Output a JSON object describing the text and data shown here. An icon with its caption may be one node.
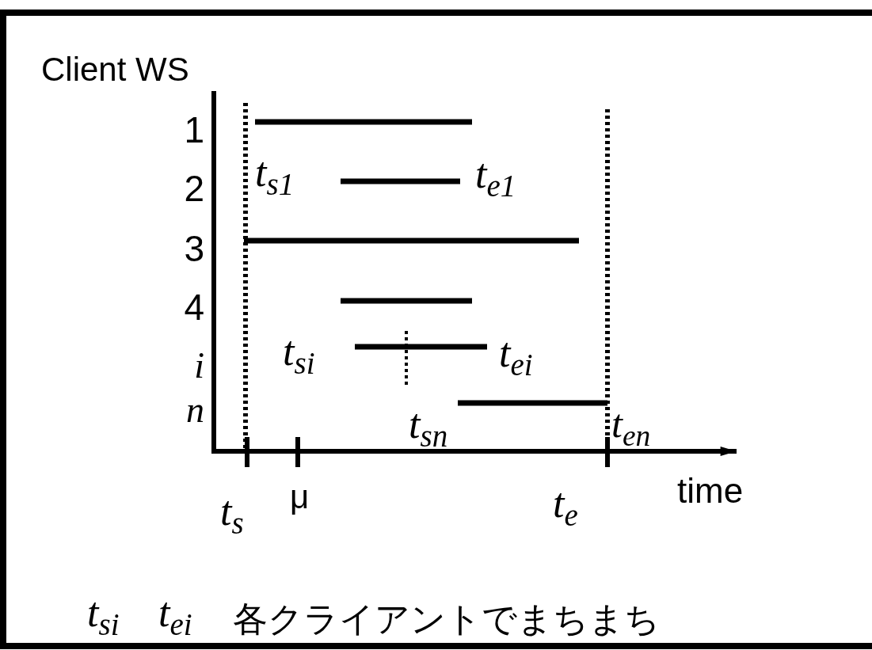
{
  "diagram": {
    "labels": [
      "Client WS",
      "1",
      "t$_{s1}$",
      "t$_{e1}$",
      "2",
      "3",
      "4",
      "t$_{si}$",
      "t$_{ei}$",
      "i",
      "t$_{sn}$",
      "t$_{en}$",
      "n",
      "μ",
      "time",
      "t$_{e}$",
      "t$_{s}$",
      "t$_{si}$",
      "t$_{ei}$",
      "各クライアントでまちまち"
    ]
  }
}
